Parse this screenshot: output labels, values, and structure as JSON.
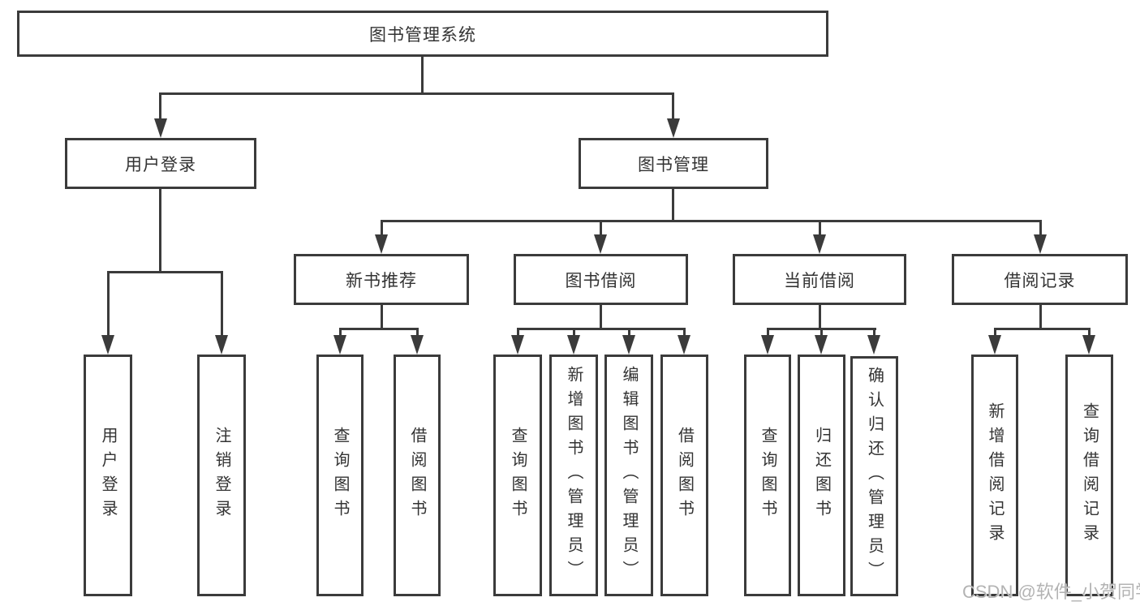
{
  "tree": {
    "label": "图书管理系统",
    "children": [
      {
        "label": "用户登录",
        "children": [
          {
            "label": "用户登录"
          },
          {
            "label": "注销登录"
          }
        ]
      },
      {
        "label": "图书管理",
        "children": [
          {
            "label": "新书推荐",
            "children": [
              {
                "label": "查询图书"
              },
              {
                "label": "借阅图书"
              }
            ]
          },
          {
            "label": "图书借阅",
            "children": [
              {
                "label": "查询图书"
              },
              {
                "label": "新增图书（管理员）"
              },
              {
                "label": "编辑图书（管理员）"
              },
              {
                "label": "借阅图书"
              }
            ]
          },
          {
            "label": "当前借阅",
            "children": [
              {
                "label": "查询图书"
              },
              {
                "label": "归还图书"
              },
              {
                "label": "确认归还（管理员）"
              }
            ]
          },
          {
            "label": "借阅记录",
            "children": [
              {
                "label": "新增借阅记录"
              },
              {
                "label": "查询借阅记录"
              }
            ]
          }
        ]
      }
    ]
  },
  "watermark": {
    "text": "CSDN @软件_小贺同学"
  },
  "colors": {
    "line": "#3b3b3b",
    "text": "#333333",
    "watermark": "#b3b3b3",
    "background": "#ffffff"
  }
}
